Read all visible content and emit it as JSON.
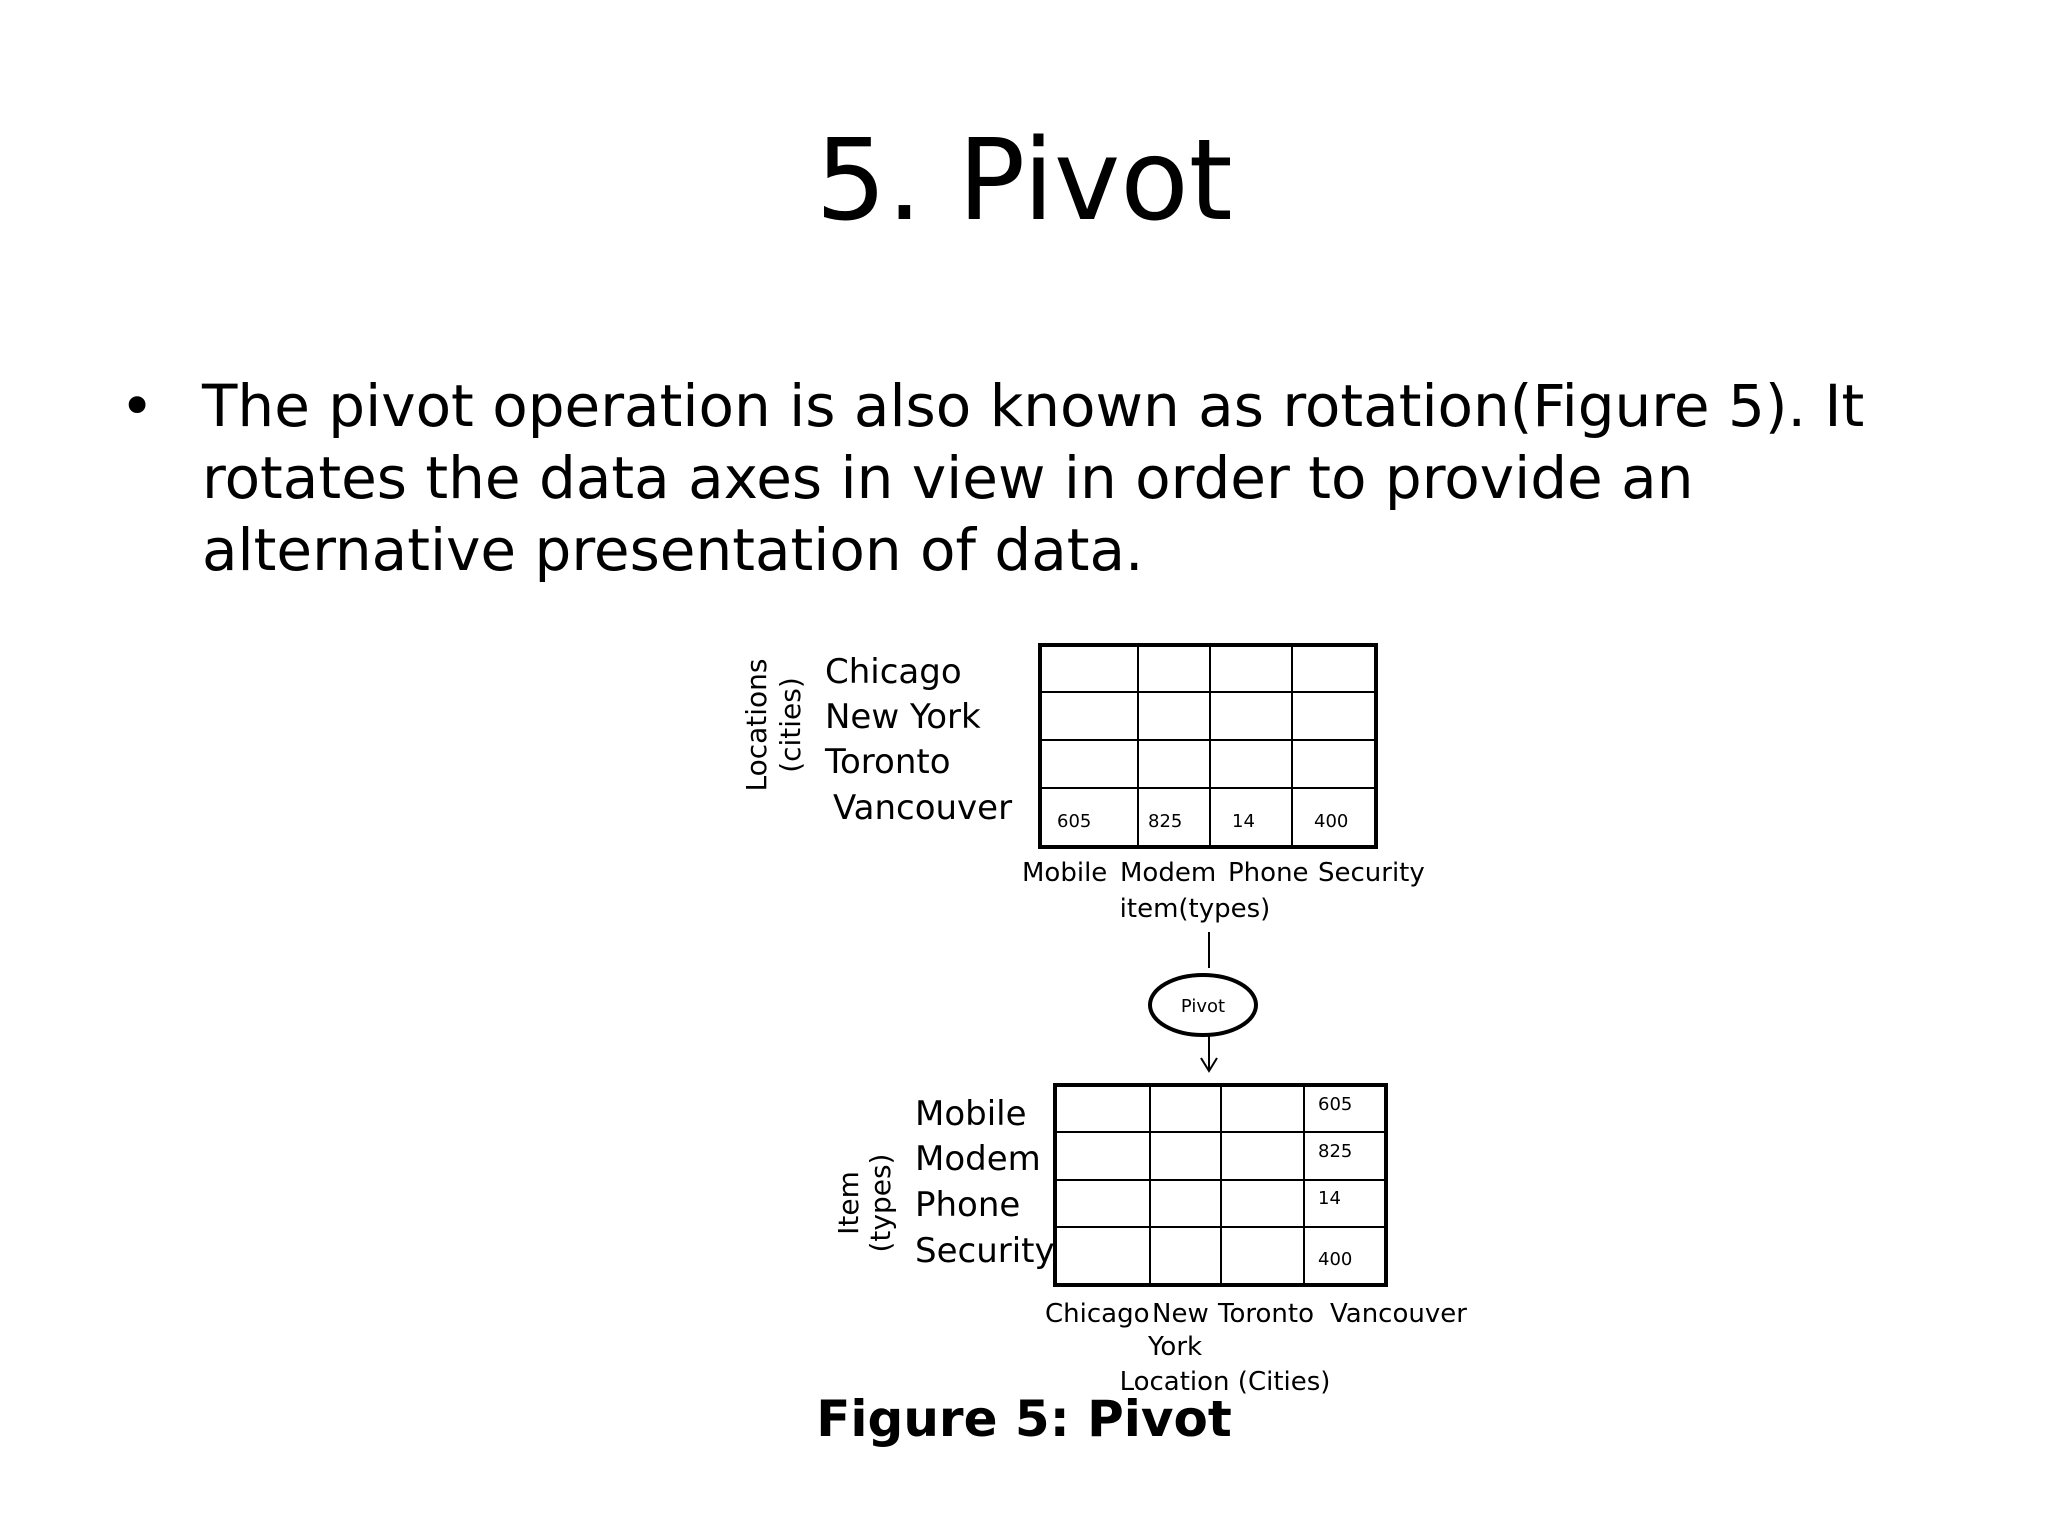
{
  "slide": {
    "title": "5. Pivot",
    "bullet": "The pivot operation is also known as rotation(Figure 5). It rotates the data axes in view in order to provide an alternative presentation of data."
  },
  "figure": {
    "caption": "Figure 5: Pivot",
    "pivot_label": "Pivot",
    "top": {
      "axis_label_line1": "Locations",
      "axis_label_line2": "(cities)",
      "rows": [
        "Chicago",
        "New York",
        "Toronto",
        "Vancouver"
      ],
      "columns": [
        "Mobile",
        "Modem",
        "Phone",
        "Security"
      ],
      "x_axis_label": "item(types)",
      "values": [
        "605",
        "825",
        "14",
        "400"
      ]
    },
    "bottom": {
      "axis_label_line1": "Item",
      "axis_label_line2": "(types)",
      "rows": [
        "Mobile",
        "Modem",
        "Phone",
        "Security"
      ],
      "columns": [
        "Chicago",
        "New",
        "Toronto",
        "Vancouver"
      ],
      "column_extra": "York",
      "x_axis_label": "Location (Cities)",
      "values": [
        "605",
        "825",
        "14",
        "400"
      ]
    }
  }
}
